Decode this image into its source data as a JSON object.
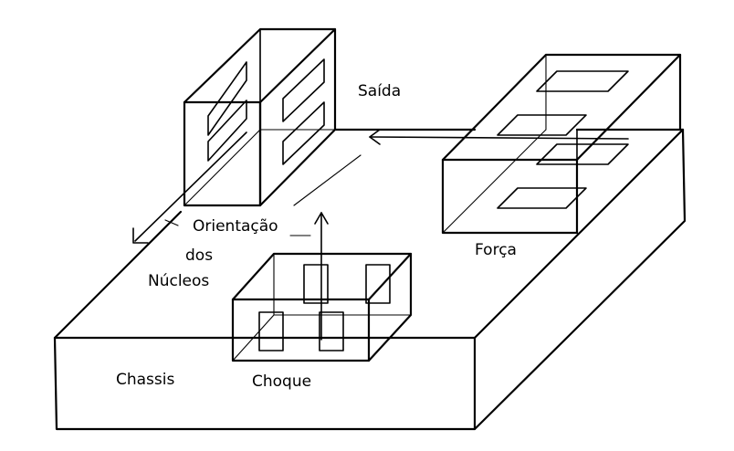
{
  "labels": {
    "saida": "Saída",
    "forca": "Força",
    "orientacao_line1": "Orientação",
    "orientacao_line2": "dos",
    "orientacao_line3": "Núcleos",
    "chassis": "Chassis",
    "choque": "Choque"
  },
  "colors": {
    "ink": "#000000",
    "background": "#ffffff"
  }
}
